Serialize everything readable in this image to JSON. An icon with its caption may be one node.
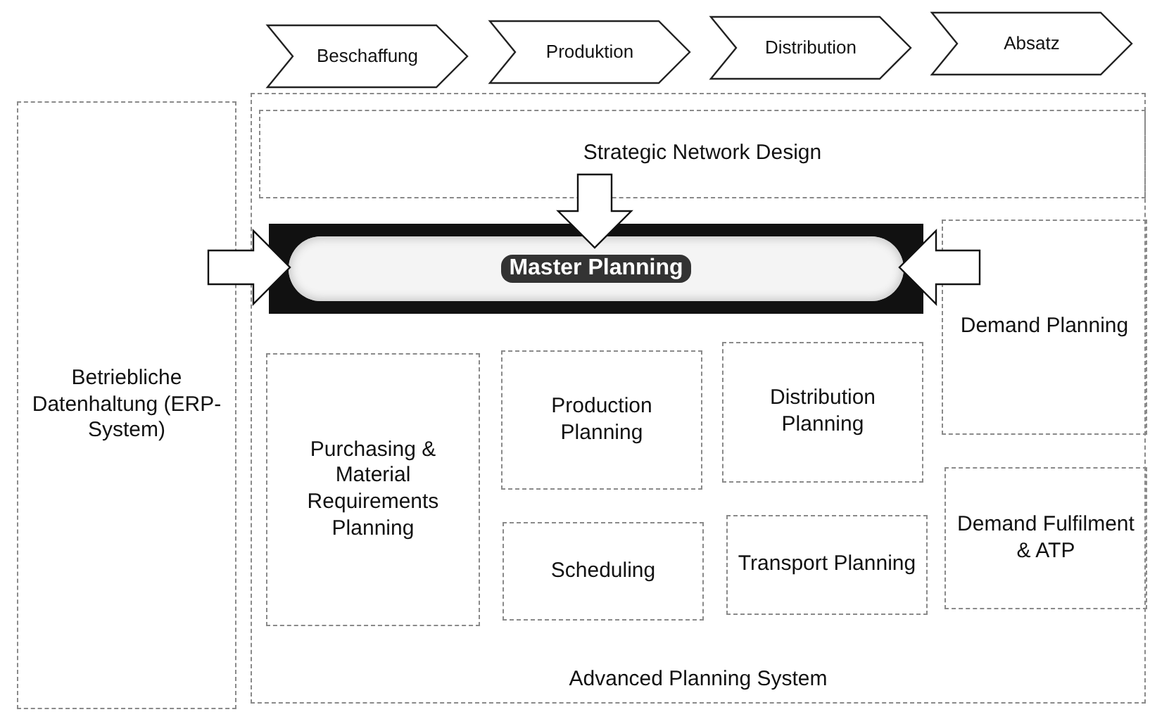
{
  "diagram": {
    "nodes": [
      {
        "text": [
          "Beschaffung"
        ]
      },
      {
        "text": [
          "Produktion"
        ]
      },
      {
        "text": [
          "Distribution"
        ]
      },
      {
        "text": [
          "Absatz"
        ]
      },
      {
        "text": [
          "Betriebliche Datenhaltung (ERP-System)"
        ]
      },
      {
        "text": [
          "Advanced Planning System"
        ]
      },
      {
        "text": [
          "Strategic Network Design"
        ],
        "in": 5
      },
      {
        "text": [
          "Master Planning"
        ],
        "in": 5
      },
      {
        "text": [
          "Demand Planning"
        ],
        "in": 5
      },
      {
        "text": [
          "Purchasing & Material Requirements Planning"
        ],
        "in": 5
      },
      {
        "text": [
          "Production Planning"
        ],
        "in": 5
      },
      {
        "text": [
          "Distribution Planning"
        ],
        "in": 5
      },
      {
        "text": [
          "Scheduling"
        ],
        "in": 5
      },
      {
        "text": [
          "Transport Planning"
        ],
        "in": 5
      },
      {
        "text": [
          "Demand Fulfilment & ATP"
        ],
        "in": 5
      }
    ],
    "edges": [
      {
        "from": 6,
        "to": 7,
        "arrow": "to",
        "style": "thick"
      },
      {
        "from": 4,
        "to": 7,
        "arrow": "to",
        "style": "thick"
      },
      {
        "from": 8,
        "to": 7,
        "arrow": "to",
        "style": "thick"
      }
    ]
  }
}
